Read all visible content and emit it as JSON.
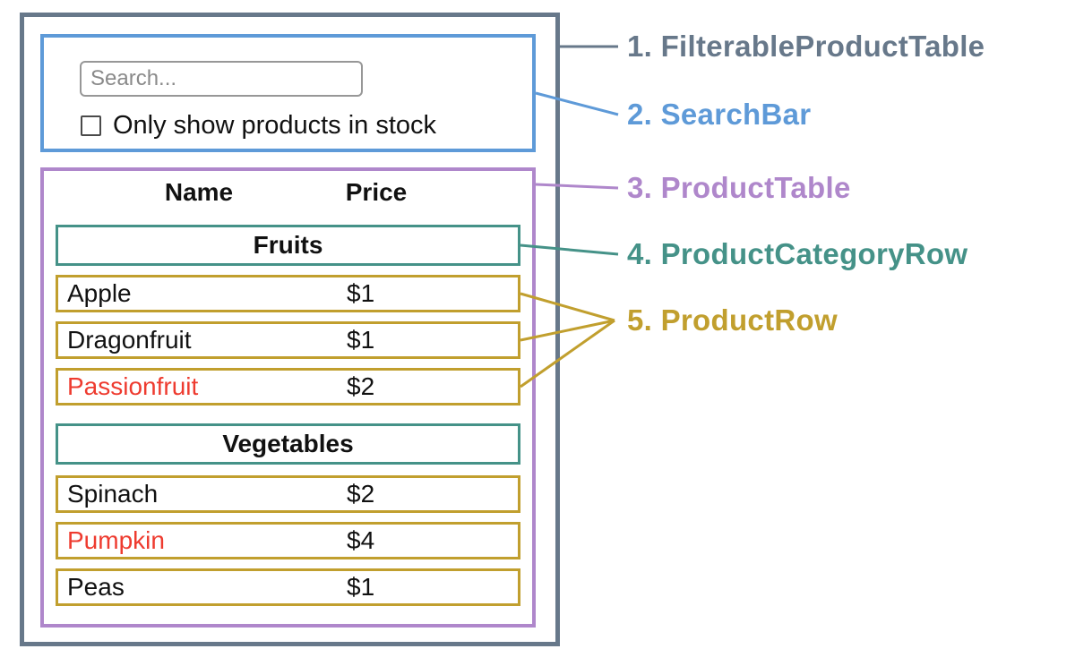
{
  "colors": {
    "filterable": "#67788A",
    "searchbar": "#5E9AD8",
    "producttable": "#AF87CB",
    "categoryrow": "#459288",
    "productrow": "#C19F2E",
    "outofstock": "#EE3B2F"
  },
  "search": {
    "placeholder": "Search...",
    "checkbox_label": "Only show products in stock"
  },
  "table": {
    "headers": [
      "Name",
      "Price"
    ],
    "categories": [
      {
        "name": "Fruits",
        "products": [
          {
            "name": "Apple",
            "price": "$1"
          },
          {
            "name": "Dragonfruit",
            "price": "$1"
          },
          {
            "name": "Passionfruit",
            "price": "$2"
          }
        ]
      },
      {
        "name": "Vegetables",
        "products": [
          {
            "name": "Spinach",
            "price": "$2"
          },
          {
            "name": "Pumpkin",
            "price": "$4"
          },
          {
            "name": "Peas",
            "price": "$1"
          }
        ]
      }
    ]
  },
  "legend": {
    "items": [
      {
        "label": "1. FilterableProductTable"
      },
      {
        "label": "2. SearchBar"
      },
      {
        "label": "3. ProductTable"
      },
      {
        "label": "4. ProductCategoryRow"
      },
      {
        "label": "5. ProductRow"
      }
    ]
  }
}
